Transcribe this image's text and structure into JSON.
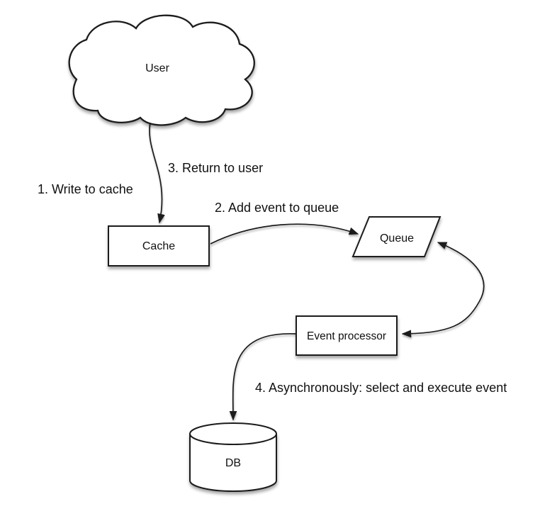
{
  "colors": {
    "background": "#ffffff",
    "shape_fill": "#ffffff",
    "stroke": "#1c1c1c",
    "text": "#111111"
  },
  "diagram": {
    "type": "flow-diagram",
    "nodes": {
      "user": {
        "label": "User",
        "shape": "cloud"
      },
      "cache": {
        "label": "Cache",
        "shape": "rectangle"
      },
      "queue": {
        "label": "Queue",
        "shape": "parallelogram"
      },
      "event_processor": {
        "label": "Event processor",
        "shape": "rectangle"
      },
      "db": {
        "label": "DB",
        "shape": "cylinder"
      }
    },
    "steps": {
      "step1": "1. Write to cache",
      "step2": "2. Add event to queue",
      "step3": "3. Return to user",
      "step4": "4. Asynchronously: select and execute event"
    },
    "edges": [
      {
        "from": "user",
        "to": "cache",
        "style": "arrow"
      },
      {
        "from": "cache",
        "to": "queue",
        "style": "arrow"
      },
      {
        "from": "queue",
        "to": "event_processor",
        "style": "double-arrow"
      },
      {
        "from": "event_processor",
        "to": "db",
        "style": "arrow"
      }
    ]
  }
}
